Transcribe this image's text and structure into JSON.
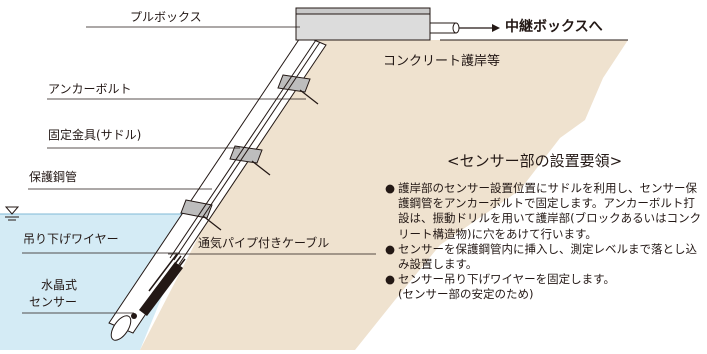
{
  "labels": {
    "pull_box": "プルボックス",
    "relay_box": "中継ボックスへ",
    "revetment": "コンクリート護岸等",
    "anchor_bolt": "アンカーボルト",
    "fixture": "固定金具(サドル)",
    "steel_pipe": "保護鋼管",
    "suspension_wire": "吊り下げワイヤー",
    "vent_cable": "通気パイプ付きケーブル",
    "sensor_line1": "水晶式",
    "sensor_line2": "センサー"
  },
  "heading": "<センサー部の設置要領>",
  "notes": [
    {
      "bullet": "●",
      "text": "護岸部のセンサー設置位置にサドルを利用し、センサー保護鋼管をアンカーボルトで固定します。アンカーボルト打設は、振動ドリルを用いて護岸部(ブロックあるいはコンクリート構造物)に穴をあけて行います。"
    },
    {
      "bullet": "●",
      "text": "センサーを保護鋼管内に挿入し、測定レベルまで落とし込み設置します。"
    },
    {
      "bullet": "●",
      "text": "センサー吊り下げワイヤーを固定します。"
    }
  ],
  "note_sub": "(センサー部の安定のため)",
  "colors": {
    "revetment": "#efe2cf",
    "water": "#d4ebf5",
    "pipe_fill": "#ffffff",
    "box_fill": "#dcdcdc",
    "saddle_fill": "#bdbdbd",
    "line": "#231815"
  }
}
